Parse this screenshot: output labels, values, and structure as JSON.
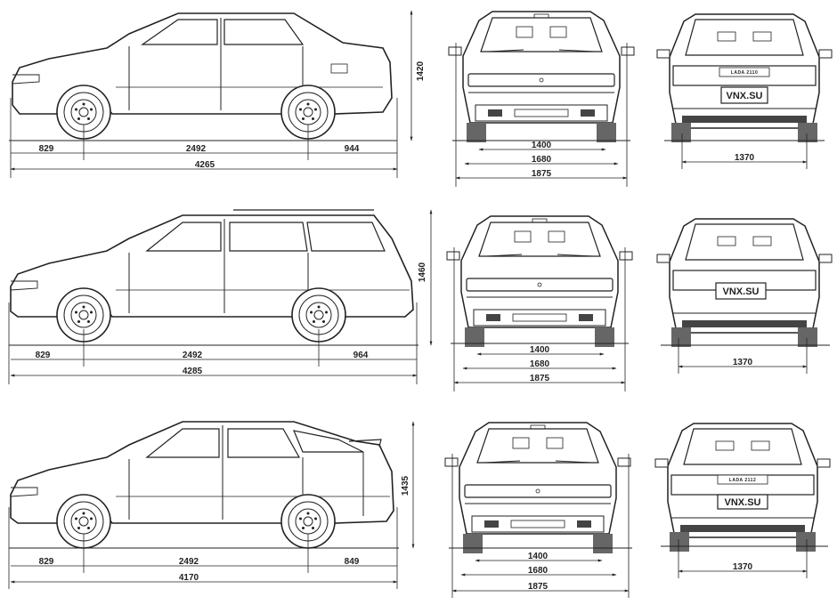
{
  "rows": [
    {
      "body": "sedan",
      "side": {
        "front_overhang": "829",
        "wheelbase": "2492",
        "rear_overhang": "944",
        "length": "4265",
        "height": "1420"
      },
      "front": {
        "track": "1400",
        "mid": "1680",
        "width": "1875"
      },
      "rear": {
        "track": "1370",
        "plate": "VNX.SU",
        "badge": "LADA 2110"
      }
    },
    {
      "body": "wagon",
      "side": {
        "front_overhang": "829",
        "wheelbase": "2492",
        "rear_overhang": "964",
        "length": "4285",
        "height": "1460"
      },
      "front": {
        "track": "1400",
        "mid": "1680",
        "width": "1875"
      },
      "rear": {
        "track": "1370",
        "plate": "VNX.SU"
      }
    },
    {
      "body": "hatchback",
      "side": {
        "front_overhang": "829",
        "wheelbase": "2492",
        "rear_overhang": "849",
        "length": "4170",
        "height": "1435"
      },
      "front": {
        "track": "1400",
        "mid": "1680",
        "width": "1875"
      },
      "rear": {
        "track": "1370",
        "plate": "VNX.SU",
        "badge": "LADA 2112"
      }
    }
  ]
}
